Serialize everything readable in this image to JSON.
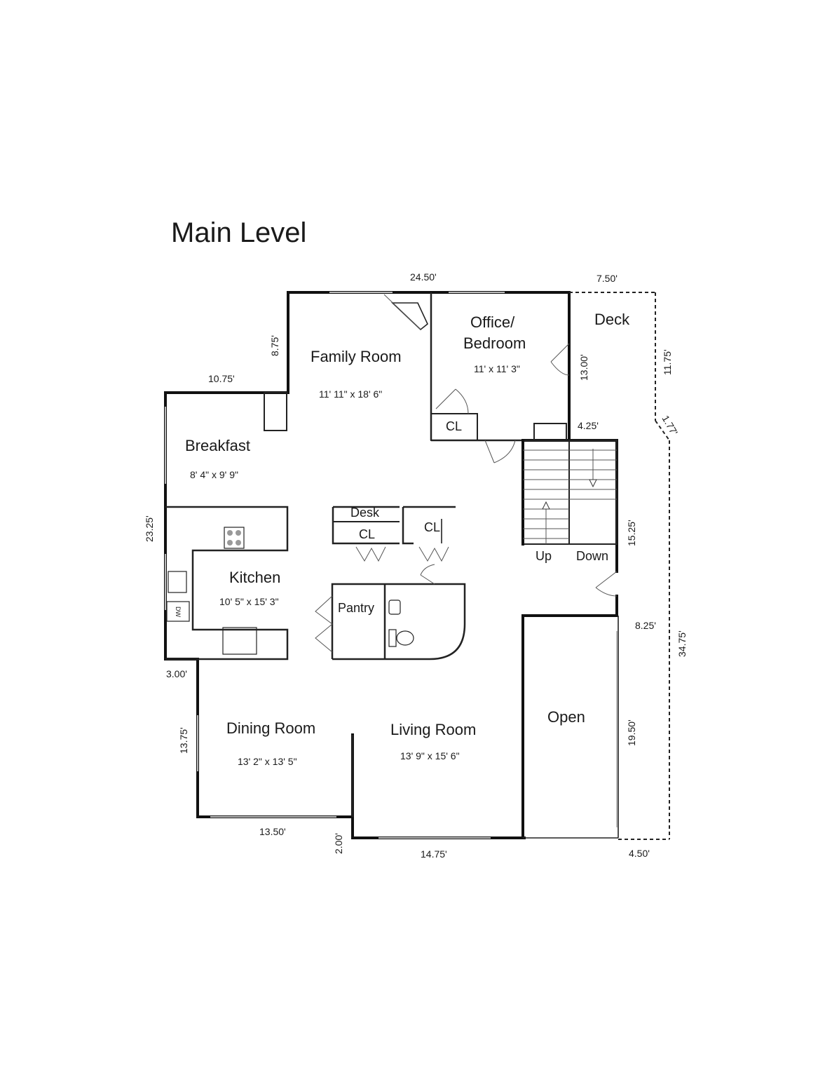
{
  "title": "Main Level",
  "rooms": {
    "family_room": {
      "name": "Family Room",
      "size": "11' 11\" x 18' 6\""
    },
    "office": {
      "name_line1": "Office/",
      "name_line2": "Bedroom",
      "size": "11' x 11' 3\""
    },
    "deck": {
      "name": "Deck"
    },
    "breakfast": {
      "name": "Breakfast",
      "size": "8' 4\" x 9' 9\""
    },
    "kitchen": {
      "name": "Kitchen",
      "size": "10' 5\" x 15' 3\""
    },
    "dining_room": {
      "name": "Dining Room",
      "size": "13' 2\" x 13' 5\""
    },
    "living_room": {
      "name": "Living Room",
      "size": "13' 9\" x 15' 6\""
    },
    "open": {
      "name": "Open"
    },
    "pantry": {
      "name": "Pantry"
    },
    "desk": {
      "name": "Desk"
    },
    "closet_office": {
      "name": "CL"
    },
    "closet_desk": {
      "name": "CL"
    },
    "closet_hall": {
      "name": "CL"
    }
  },
  "stairs": {
    "up": "Up",
    "down": "Down"
  },
  "appliances": {
    "dishwasher": "DW"
  },
  "dimensions": {
    "top": "24.50'",
    "deck_top": "7.50'",
    "deck_side": "11.75'",
    "deck_angle": "1.77'",
    "family_left": "8.75'",
    "breakfast_top": "10.75'",
    "office_right": "13.00'",
    "stair_top": "4.25'",
    "left_side": "23.25'",
    "stair_right": "15.25'",
    "open_top": "8.25'",
    "right_total": "34.75'",
    "dining_step": "3.00'",
    "dining_left": "13.75'",
    "open_side": "19.50'",
    "dining_bottom": "13.50'",
    "living_step": "2.00'",
    "living_bottom": "14.75'",
    "deck_bottom": "4.50'"
  }
}
